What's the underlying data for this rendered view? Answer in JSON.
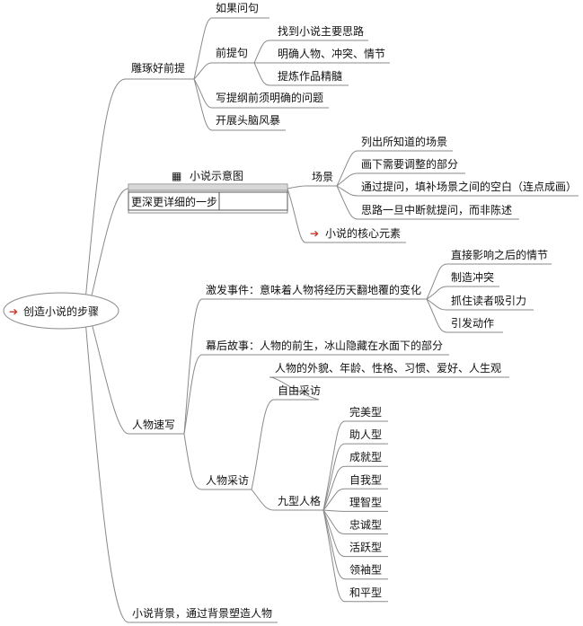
{
  "root": {
    "label": "创造小说的步骤",
    "icon": "red-arrow-icon"
  },
  "b1": {
    "label": "雕琢好前提",
    "items": [
      "如果问句",
      "前提句",
      "写提纲前须明确的问题",
      "开展头脑风暴"
    ],
    "sub": [
      "找到小说主要思路",
      "明确人物、冲突、情节",
      "提炼作品精髓"
    ]
  },
  "b2": {
    "label": "小说示意图",
    "icon": "grid-icon",
    "note_row": {
      "cell1": "更深更详细的一步",
      "cell2": ""
    },
    "scene": {
      "label": "场景",
      "items": [
        "列出所知道的场景",
        "画下需要调整的部分",
        "通过提问，填补场景之间的空白（连点成画）",
        "思路一旦中断就提问，而非陈述"
      ]
    },
    "core": {
      "label": "小说的核心元素",
      "icon": "red-arrow-icon"
    }
  },
  "b3": {
    "label": "人物速写",
    "incident": {
      "label": "激发事件：意味着人物将经历天翻地覆的变化",
      "items": [
        "直接影响之后的情节",
        "制造冲突",
        "抓住读者吸引力",
        "引发动作"
      ]
    },
    "backstory": "幕后故事：人物的前生，冰山隐藏在水面下的部分",
    "interview": {
      "label": "人物采访",
      "free": {
        "label": "自由采访",
        "detail": "人物的外貌、年龄、性格、习惯、爱好、人生观"
      },
      "nine": {
        "label": "九型人格",
        "types": [
          "完美型",
          "助人型",
          "成就型",
          "自我型",
          "理智型",
          "忠诚型",
          "活跃型",
          "领袖型",
          "和平型"
        ]
      }
    }
  },
  "b4": {
    "label": "小说背景，通过背景塑造人物"
  }
}
